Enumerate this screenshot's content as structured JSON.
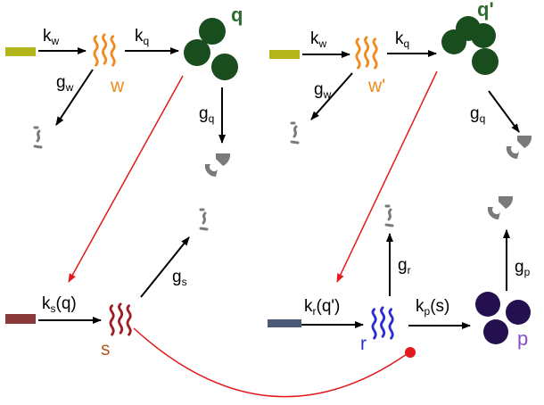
{
  "colors": {
    "edge_black": "#000000",
    "edge_red": "#e31a1c",
    "gene_w": "#f08a1c",
    "gene_s": "#a01c24",
    "gene_r": "#2b2bd6",
    "protein_q": "#1a4d1e",
    "protein_p": "#24104f",
    "label_q": "#2e6b31",
    "label_s": "#b55a1c",
    "label_p": "#8a4cc8",
    "promoter_w": "#b3b51a",
    "promoter_s": "#8a3a3a",
    "promoter_r": "#4a5a78",
    "degraded": "#7a7a7a"
  },
  "labels": {
    "kw_left": {
      "base": "k",
      "sub": "w",
      "rest": ""
    },
    "kq_left": {
      "base": "k",
      "sub": "q",
      "rest": ""
    },
    "gw_left": {
      "base": "g",
      "sub": "w",
      "rest": ""
    },
    "gq_left": {
      "base": "g",
      "sub": "q",
      "rest": ""
    },
    "gs": {
      "base": "g",
      "sub": "s",
      "rest": ""
    },
    "ks": {
      "base": "k",
      "sub": "s",
      "rest": "(q)"
    },
    "kw_right": {
      "base": "k",
      "sub": "w",
      "rest": ""
    },
    "kq_right": {
      "base": "k",
      "sub": "q",
      "rest": ""
    },
    "gw_right": {
      "base": "g",
      "sub": "w",
      "rest": ""
    },
    "gq_right": {
      "base": "g",
      "sub": "q",
      "rest": ""
    },
    "gr": {
      "base": "g",
      "sub": "r",
      "rest": ""
    },
    "gp": {
      "base": "g",
      "sub": "p",
      "rest": ""
    },
    "kr": {
      "base": "k",
      "sub": "r",
      "rest": "(q')"
    },
    "kp": {
      "base": "k",
      "sub": "p",
      "rest": "(s)"
    }
  },
  "nodes": {
    "w": "w",
    "w_prime": "w'",
    "q": "q",
    "q_prime": "q'",
    "s": "s",
    "r": "r",
    "p": "p"
  }
}
